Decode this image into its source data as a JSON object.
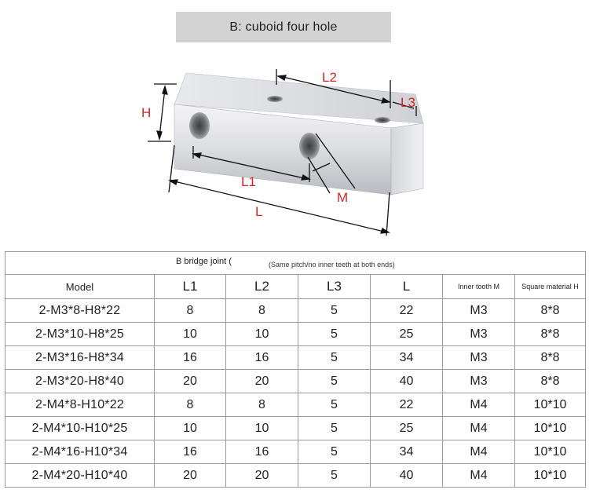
{
  "title": "B: cuboid four hole",
  "diagram": {
    "labels": {
      "H": "H",
      "L1": "L1",
      "L2": "L2",
      "L3": "L3",
      "L": "L",
      "M": "M"
    },
    "dimension_color": "#d0282b"
  },
  "table": {
    "caption": "B bridge joint (",
    "caption_note": "(Same pitch/no inner teeth at both ends)",
    "headers": [
      "Model",
      "L1",
      "L2",
      "L3",
      "L",
      "Inner tooth M",
      "Square material H"
    ],
    "rows": [
      [
        "2-M3*8-H8*22",
        "8",
        "8",
        "5",
        "22",
        "M3",
        "8*8"
      ],
      [
        "2-M3*10-H8*25",
        "10",
        "10",
        "5",
        "25",
        "M3",
        "8*8"
      ],
      [
        "2-M3*16-H8*34",
        "16",
        "16",
        "5",
        "34",
        "M3",
        "8*8"
      ],
      [
        "2-M3*20-H8*40",
        "20",
        "20",
        "5",
        "40",
        "M3",
        "8*8"
      ],
      [
        "2-M4*8-H10*22",
        "8",
        "8",
        "5",
        "22",
        "M4",
        "10*10"
      ],
      [
        "2-M4*10-H10*25",
        "10",
        "10",
        "5",
        "25",
        "M4",
        "10*10"
      ],
      [
        "2-M4*16-H10*34",
        "16",
        "16",
        "5",
        "34",
        "M4",
        "10*10"
      ],
      [
        "2-M4*20-H10*40",
        "20",
        "20",
        "5",
        "40",
        "M4",
        "10*10"
      ]
    ]
  }
}
